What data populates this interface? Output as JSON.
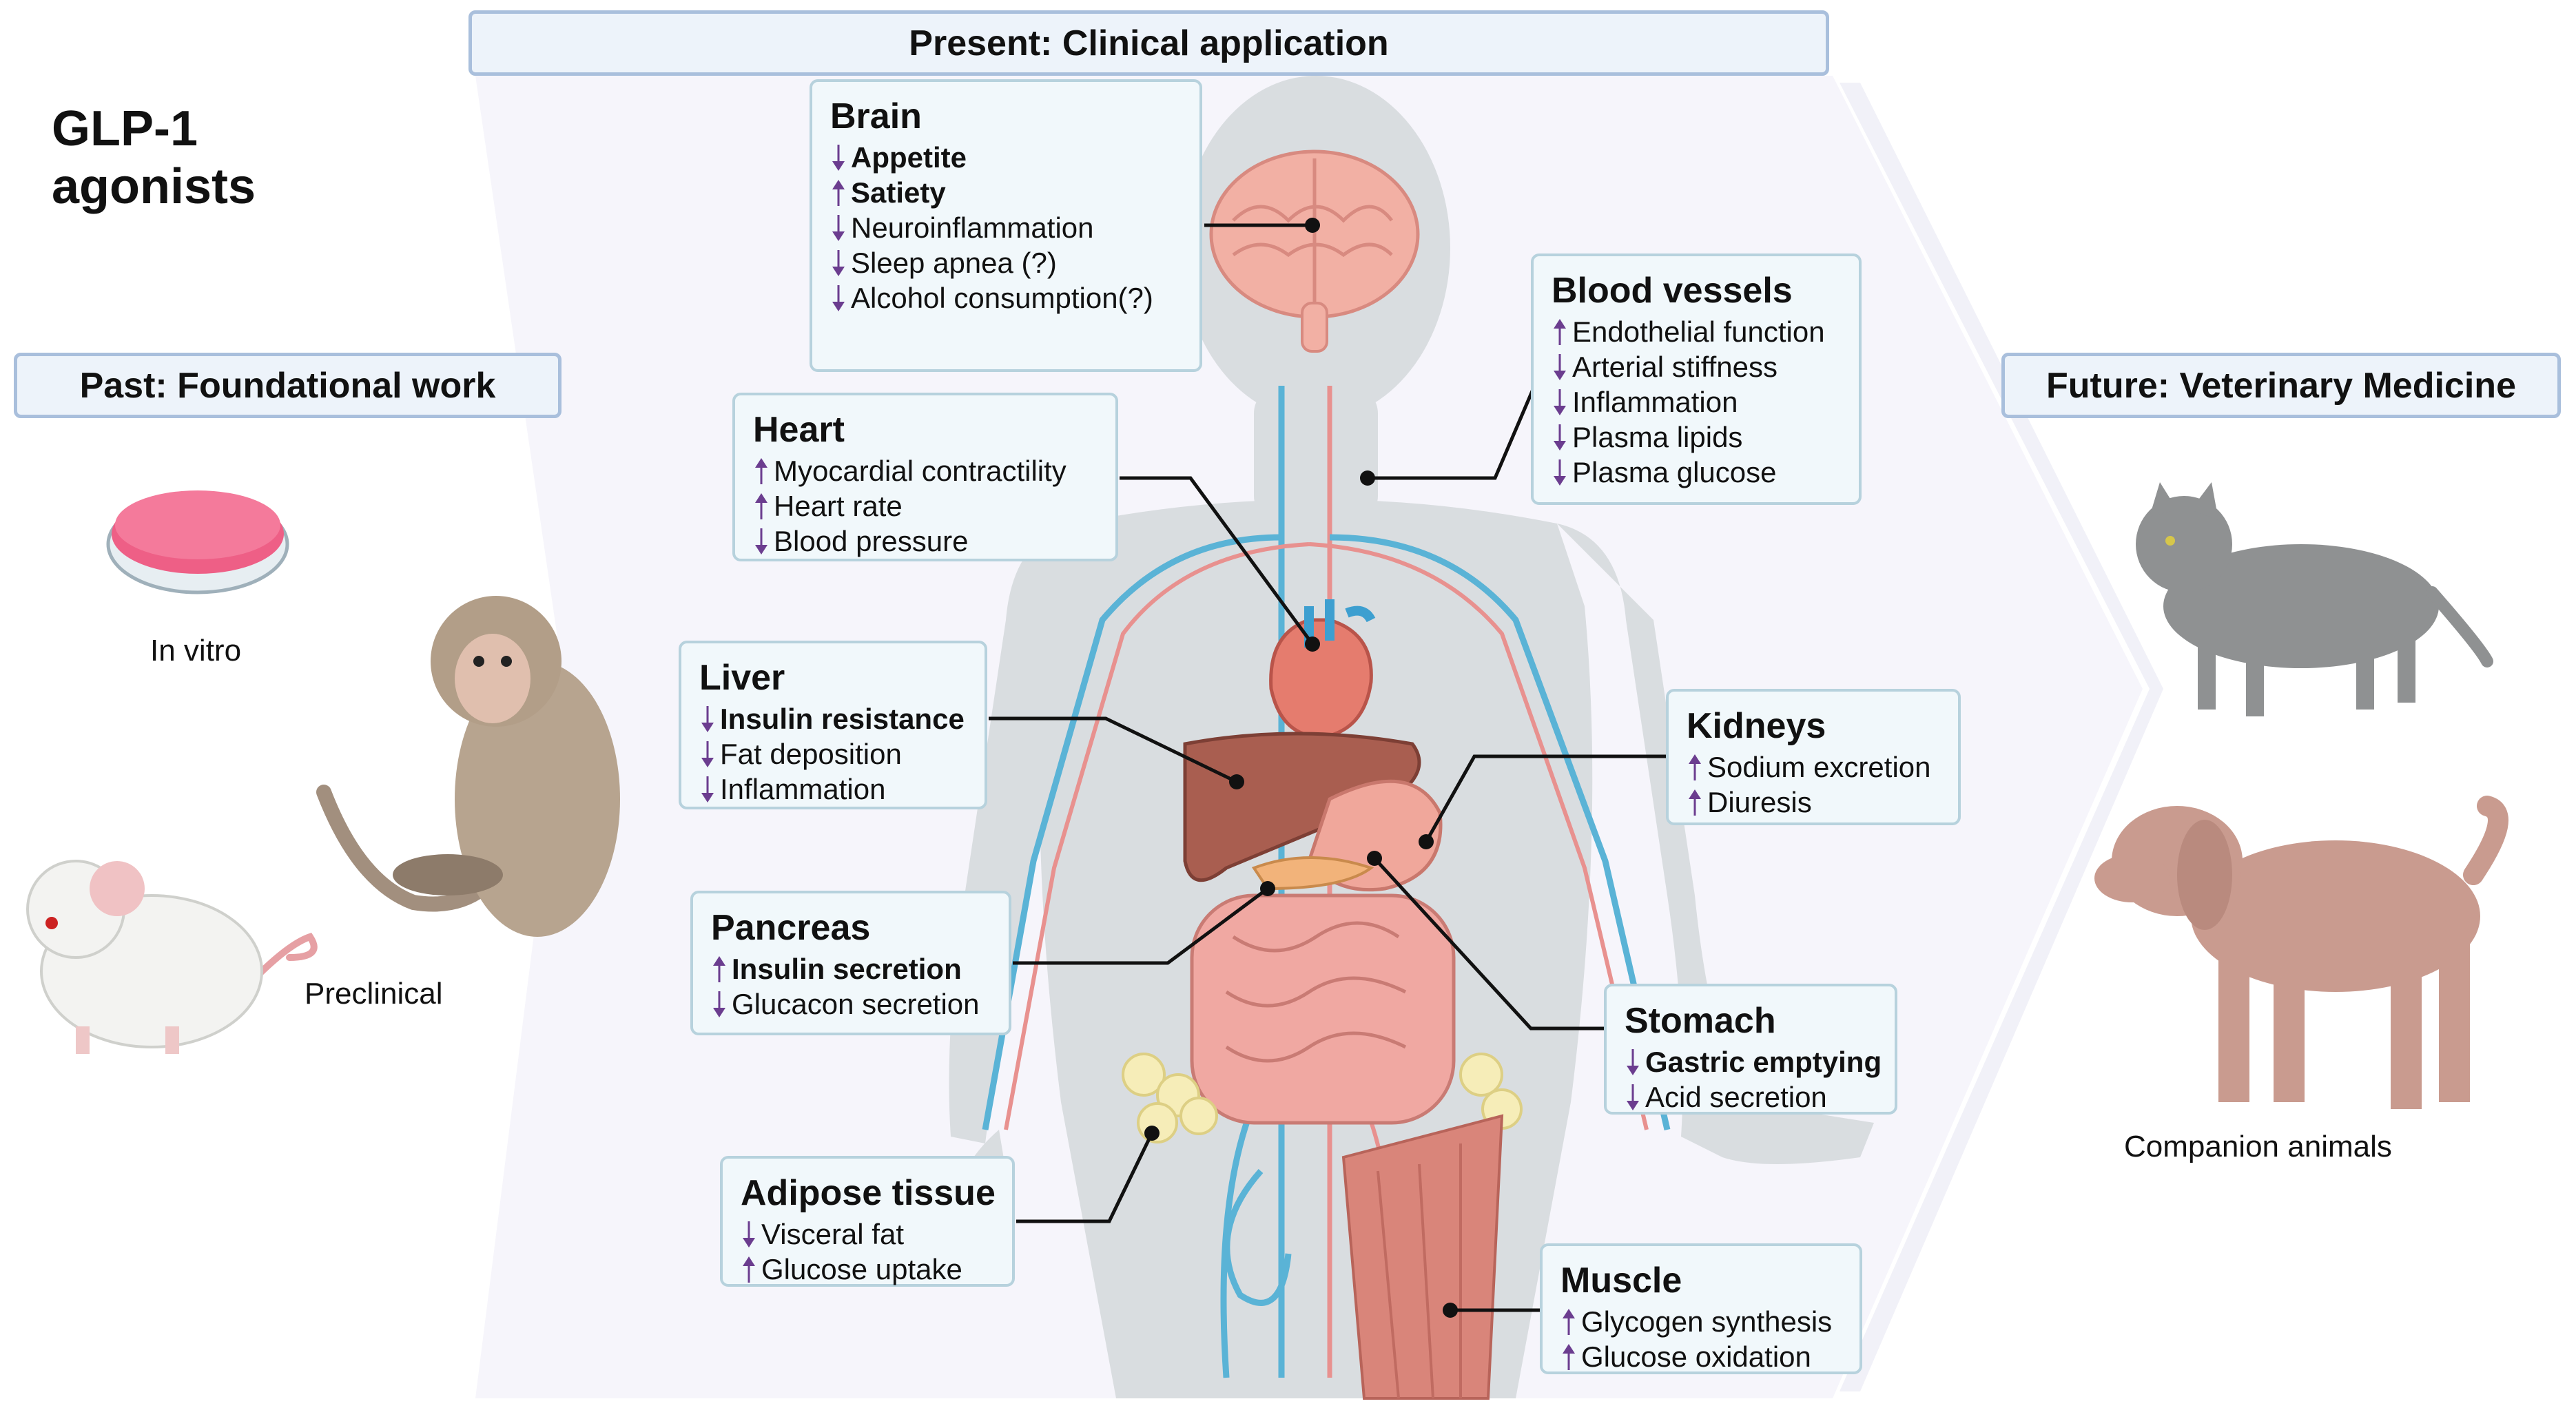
{
  "title": {
    "line1": "GLP-1",
    "line2": "agonists"
  },
  "headers": {
    "present": "Present: Clinical application",
    "past": "Past: Foundational work",
    "future": "Future: Veterinary Medicine"
  },
  "past_labels": {
    "in_vitro": "In vitro",
    "preclinical": "Preclinical"
  },
  "future_labels": {
    "companion": "Companion animals"
  },
  "colors": {
    "arrow": "#6b3d8f",
    "box_bg": "#f1f8fb",
    "box_border": "#b7d2dd",
    "header_bg": "#edf3fa",
    "header_border": "#a9bfdc"
  },
  "boxes": {
    "brain": {
      "title": "Brain",
      "items": [
        {
          "dir": "down",
          "text": "Appetite",
          "bold": true
        },
        {
          "dir": "up",
          "text": "Satiety",
          "bold": true
        },
        {
          "dir": "down",
          "text": "Neuroinflammation",
          "bold": false
        },
        {
          "dir": "down",
          "text": "Sleep apnea (?)",
          "bold": false
        },
        {
          "dir": "down",
          "text": "Alcohol consumption(?)",
          "bold": false
        }
      ]
    },
    "blood_vessels": {
      "title": "Blood vessels",
      "items": [
        {
          "dir": "up",
          "text": "Endothelial function",
          "bold": false
        },
        {
          "dir": "down",
          "text": "Arterial stiffness",
          "bold": false
        },
        {
          "dir": "down",
          "text": "Inflammation",
          "bold": false
        },
        {
          "dir": "down",
          "text": "Plasma lipids",
          "bold": false
        },
        {
          "dir": "down",
          "text": "Plasma glucose",
          "bold": false
        }
      ]
    },
    "heart": {
      "title": "Heart",
      "items": [
        {
          "dir": "up",
          "text": "Myocardial contractility",
          "bold": false
        },
        {
          "dir": "up",
          "text": "Heart rate",
          "bold": false
        },
        {
          "dir": "down",
          "text": "Blood pressure",
          "bold": false
        }
      ]
    },
    "liver": {
      "title": "Liver",
      "items": [
        {
          "dir": "down",
          "text": "Insulin resistance",
          "bold": true
        },
        {
          "dir": "down",
          "text": "Fat deposition",
          "bold": false
        },
        {
          "dir": "down",
          "text": "Inflammation",
          "bold": false
        }
      ]
    },
    "kidneys": {
      "title": "Kidneys",
      "items": [
        {
          "dir": "up",
          "text": "Sodium excretion",
          "bold": false
        },
        {
          "dir": "up",
          "text": "Diuresis",
          "bold": false
        }
      ]
    },
    "pancreas": {
      "title": "Pancreas",
      "items": [
        {
          "dir": "up",
          "text": "Insulin secretion",
          "bold": true
        },
        {
          "dir": "down",
          "text": "Glucacon secretion",
          "bold": false
        }
      ]
    },
    "stomach": {
      "title": "Stomach",
      "items": [
        {
          "dir": "down",
          "text": "Gastric emptying",
          "bold": true
        },
        {
          "dir": "down",
          "text": "Acid secretion",
          "bold": false
        }
      ]
    },
    "adipose": {
      "title": "Adipose tissue",
      "items": [
        {
          "dir": "down",
          "text": "Visceral fat",
          "bold": false
        },
        {
          "dir": "up",
          "text": "Glucose uptake",
          "bold": false
        }
      ]
    },
    "muscle": {
      "title": "Muscle",
      "items": [
        {
          "dir": "up",
          "text": "Glycogen synthesis",
          "bold": false
        },
        {
          "dir": "up",
          "text": "Glucose oxidation",
          "bold": false
        }
      ]
    }
  }
}
